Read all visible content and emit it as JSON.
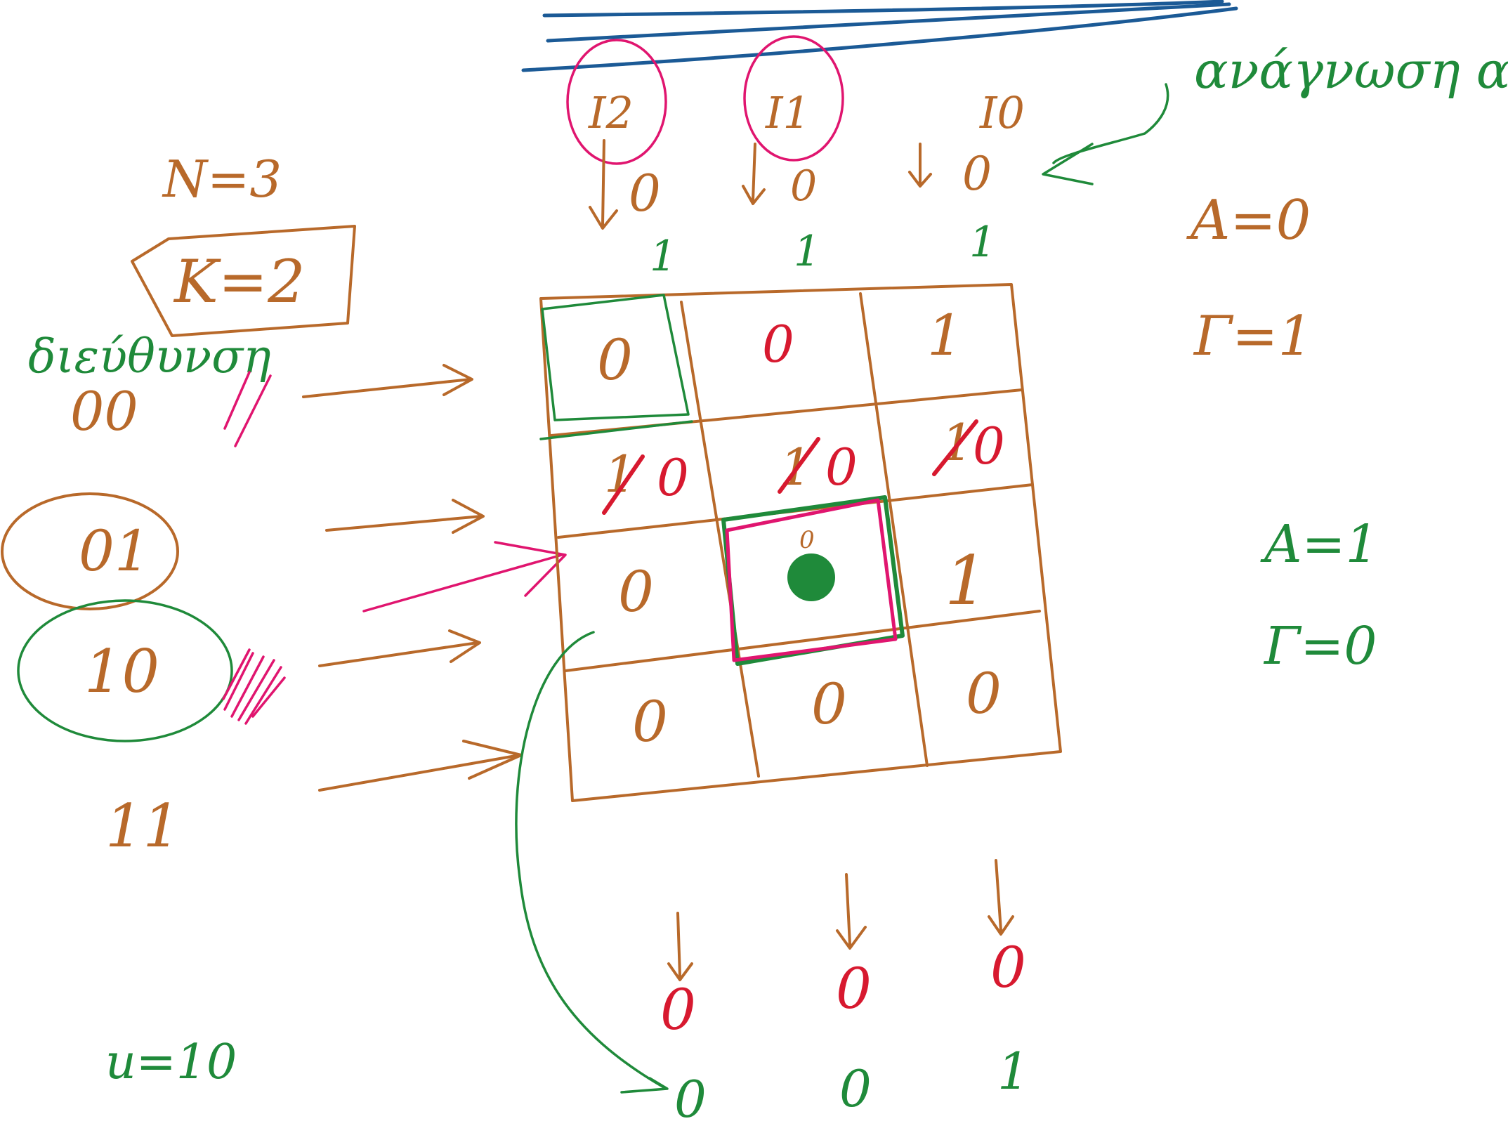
{
  "colors": {
    "brown_ink": "#b8692a",
    "green_ink": "#1f8a3a",
    "red_ink": "#d7192f",
    "pink_ink": "#e0156f",
    "blue_ink": "#1b5a96",
    "background": "#ffffff"
  },
  "left": {
    "n_label": "N=3",
    "k_label": "K=2",
    "address_label": "διεύθυνση",
    "addresses": [
      "00",
      "01",
      "10",
      "11"
    ],
    "u_label": "u=10"
  },
  "top": {
    "note": "ανάγνωση αυτ",
    "inputs": [
      "I2",
      "I1",
      "I0"
    ],
    "input_values": [
      "0",
      "0",
      "0"
    ],
    "green_values": [
      "1",
      "1",
      "1"
    ]
  },
  "memory": {
    "rows": [
      [
        "0",
        "0",
        "1"
      ],
      [
        "0",
        "0",
        "0"
      ],
      [
        "0",
        "0",
        "1"
      ],
      [
        "0",
        "0",
        "0"
      ]
    ],
    "row1_struck": [
      "1",
      "1",
      "1"
    ]
  },
  "right": {
    "a0": "A=0",
    "g1": "Γ=1",
    "a1": "A=1",
    "g0": "Γ=0"
  },
  "bottom": {
    "red_values": [
      "0",
      "0",
      "0"
    ],
    "green_values": [
      "0",
      "0",
      "1"
    ]
  }
}
